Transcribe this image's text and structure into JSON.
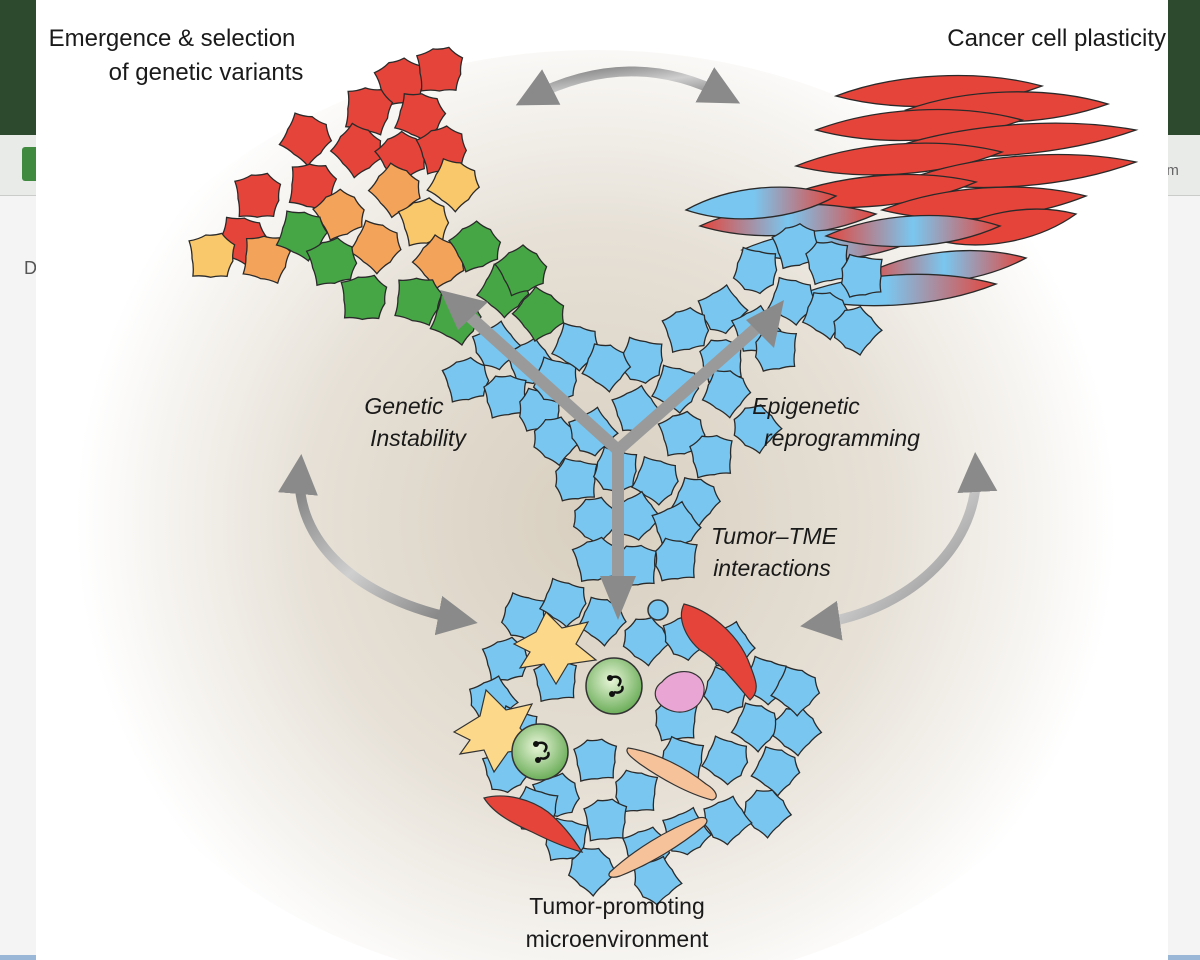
{
  "background_app": {
    "left_letter": "D",
    "right_fragment": "um"
  },
  "diagram": {
    "labels": {
      "top_left_line1": "Emergence & selection",
      "top_left_line2": "of genetic variants",
      "top_right": "Cancer cell plasticity",
      "genetic_line1": "Genetic",
      "genetic_line2": "Instability",
      "epigenetic_line1": "Epigenetic",
      "epigenetic_line2": "reprogramming",
      "tme_line1": "Tumor–TME",
      "tme_line2": "interactions",
      "bottom_line1": "Tumor-promoting",
      "bottom_line2": "microenvironment"
    },
    "colors": {
      "blue_cell": "#79c7f0",
      "red_cell": "#e5443a",
      "orange_cell": "#f4a45a",
      "yellow_cell": "#f8c86a",
      "green_cell": "#46a646",
      "arrow_gray": "#8a8a8a",
      "glow": "#d9d2c4"
    }
  }
}
